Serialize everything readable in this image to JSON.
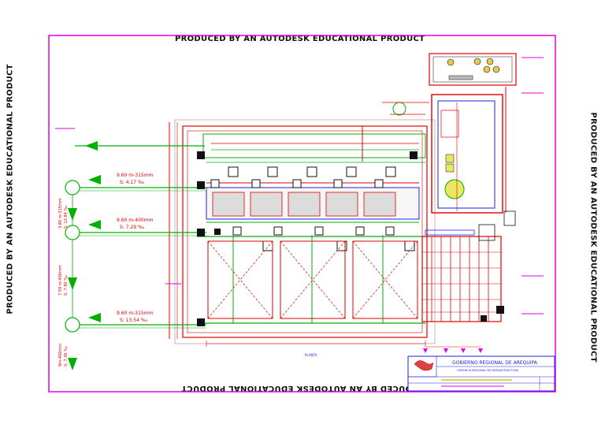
{
  "watermark": {
    "top": "PRODUCED BY AN AUTODESK EDUCATIONAL PRODUCT",
    "bottom": "PRODUCED BY AN AUTODESK EDUCATIONAL PRODUCT",
    "left": "PRODUCED BY AN AUTODESK EDUCATIONAL PRODUCT",
    "right": "PRODUCED BY AN AUTODESK EDUCATIONAL PRODUCT"
  },
  "pipes": [
    {
      "line1": "9.60 m-315mm",
      "line2": "S: 4.17 ‰"
    },
    {
      "line1": "9.60 m-400mm",
      "line2": "S: 7.29 ‰"
    },
    {
      "line1": "9.60 m-315mm",
      "line2": "S: 13.54 ‰"
    }
  ],
  "vertical_labels": [
    {
      "line1": "3.80 m-315mm",
      "line2": "S: 13.84 ‰"
    },
    {
      "line1": "7.59 m-400mm",
      "line2": "S: 7.90 ‰"
    },
    {
      "line1": "9m-400mm",
      "line2": "S: 7.36 ‰"
    }
  ],
  "plan_label": "PLANTA",
  "title_block": {
    "organization": "GOBIERNO REGIONAL DE AREQUIPA",
    "department": "GERENCIA REGIONAL DE INFRAESTRUCTURA"
  },
  "colors": {
    "frame": "#e000e0",
    "red": "#e00000",
    "green": "#00b000",
    "blue": "#2020e0",
    "yellow": "#d8c800"
  }
}
